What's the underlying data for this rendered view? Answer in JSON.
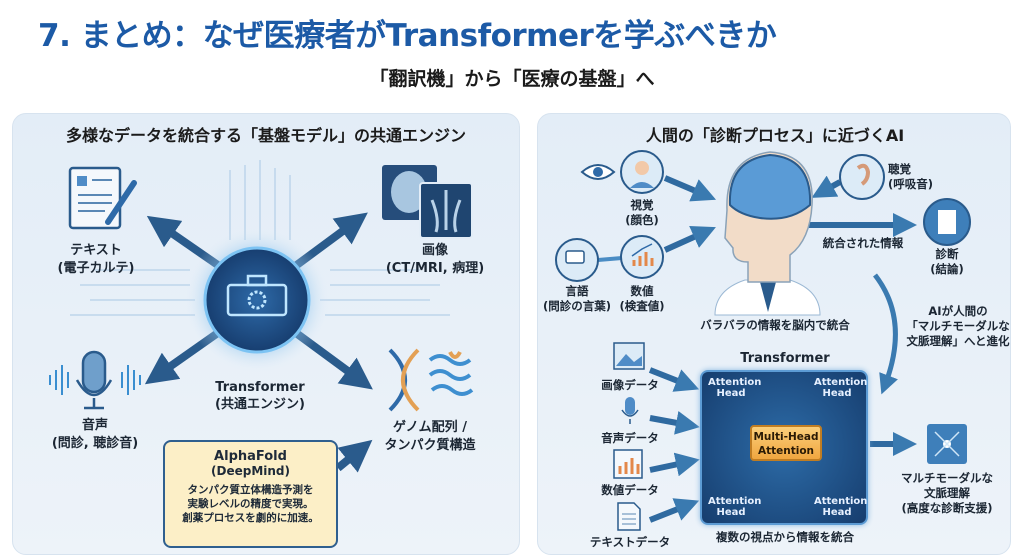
{
  "header": {
    "title": "7. まとめ：なぜ医療者がTransformerを学ぶべきか",
    "subtitle": "「翻訳機」から「医療の基盤」へ"
  },
  "left_panel": {
    "heading": "多様なデータを統合する「基盤モデル」の共通エンジン",
    "text": {
      "label": "テキスト",
      "sub": "(電子カルテ)"
    },
    "image": {
      "label": "画像",
      "sub": "(CT/MRI, 病理)"
    },
    "audio": {
      "label": "音声",
      "sub": "(問診, 聴診音)"
    },
    "genome": {
      "label": "ゲノム配列 /",
      "sub": "タンパク質構造"
    },
    "engine": {
      "label": "Transformer",
      "sub": "(共通エンジン)"
    },
    "alphafold": {
      "title": "AlphaFold",
      "org": "(DeepMind)",
      "lines": [
        "タンパク質立体構造予測を",
        "実験レベルの精度で実現。",
        "創薬プロセスを劇的に加速。"
      ]
    }
  },
  "right_panel": {
    "heading": "人間の「診断プロセス」に近づくAI",
    "vision": {
      "label": "視覚",
      "sub": "(顔色)"
    },
    "hearing": {
      "label": "聴覚",
      "sub": "(呼吸音)"
    },
    "language": {
      "label": "言語",
      "sub": "(問診の言葉)"
    },
    "numeric": {
      "label": "数値",
      "sub": "(検査値)"
    },
    "diagnosis": {
      "label": "診断",
      "sub": "(結論)"
    },
    "integrated": "統合された情報",
    "brain_caption": "バラバラの情報を脳内で統合",
    "evolution": [
      "AIが人間の",
      "「マルチモーダルな",
      "文脈理解」へと進化"
    ],
    "transformer_title": "Transformer",
    "heads": [
      "Attention",
      "Head"
    ],
    "mha": [
      "Multi-Head",
      "Attention"
    ],
    "inputs": [
      "画像データ",
      "音声データ",
      "数値データ",
      "テキストデータ"
    ],
    "box_caption": "複数の視点から情報を統合",
    "output": [
      "マルチモーダルな",
      "文脈理解",
      "(高度な診断支援)"
    ]
  },
  "colors": {
    "title": "#1c5aa6",
    "arrow": "#2a5b8c",
    "alphafold_bg": "#fcefc7",
    "mha": "#f0a640"
  }
}
